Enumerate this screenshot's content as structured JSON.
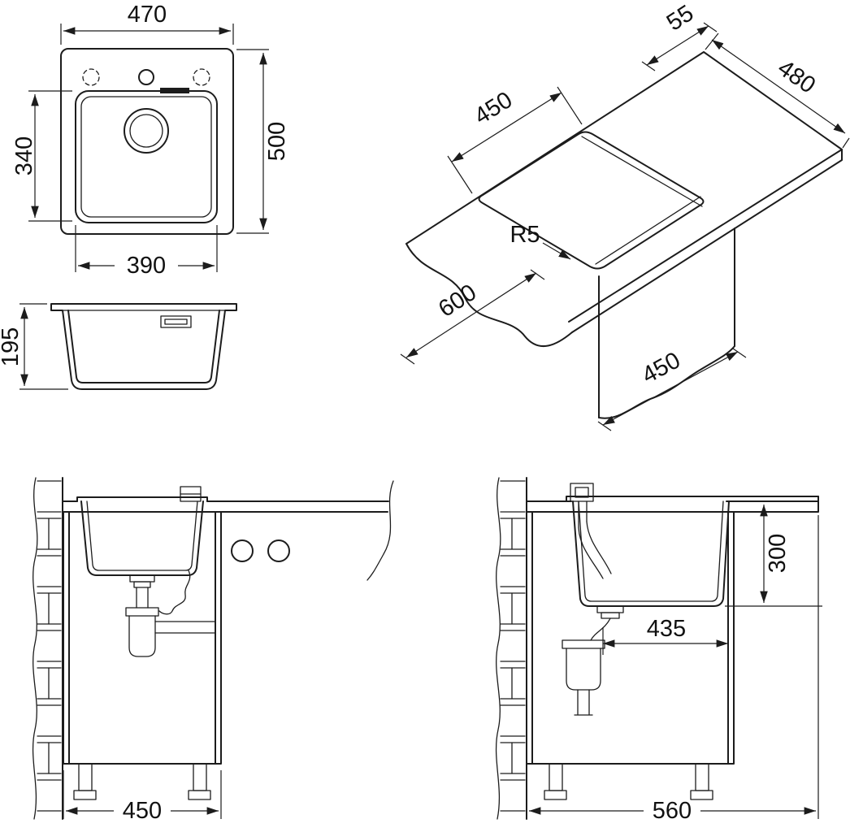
{
  "drawing": {
    "top_view": {
      "overall_width": "470",
      "overall_depth": "500",
      "bowl_depth": "340",
      "bowl_width": "390"
    },
    "profile_view": {
      "height": "195"
    },
    "iso_view": {
      "edge_offset": "55",
      "counter_depth": "480",
      "cutout_width": "450",
      "corner_radius": "R5",
      "counter_width": "600",
      "cutout_depth": "450"
    },
    "front_view": {
      "cabinet_width": "450"
    },
    "side_view": {
      "bowl_height": "300",
      "trap_offset": "435",
      "cabinet_depth": "560"
    }
  }
}
